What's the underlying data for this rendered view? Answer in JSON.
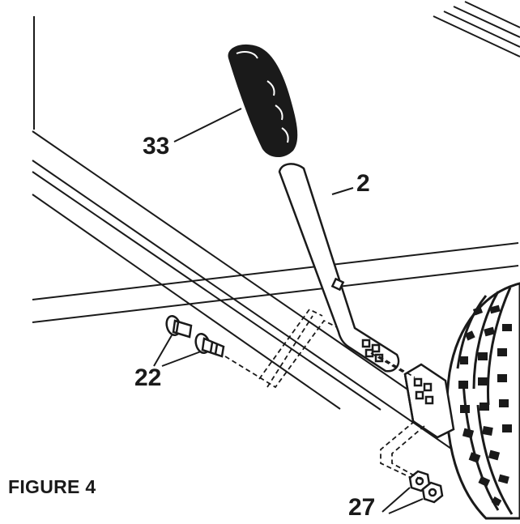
{
  "figure": {
    "caption": "FIGURE 4",
    "callouts": {
      "handle_grip": "33",
      "handle": "2",
      "bolts": "22",
      "nuts": "27"
    }
  },
  "colors": {
    "ink": "#1a1a1a",
    "paper": "#ffffff"
  }
}
